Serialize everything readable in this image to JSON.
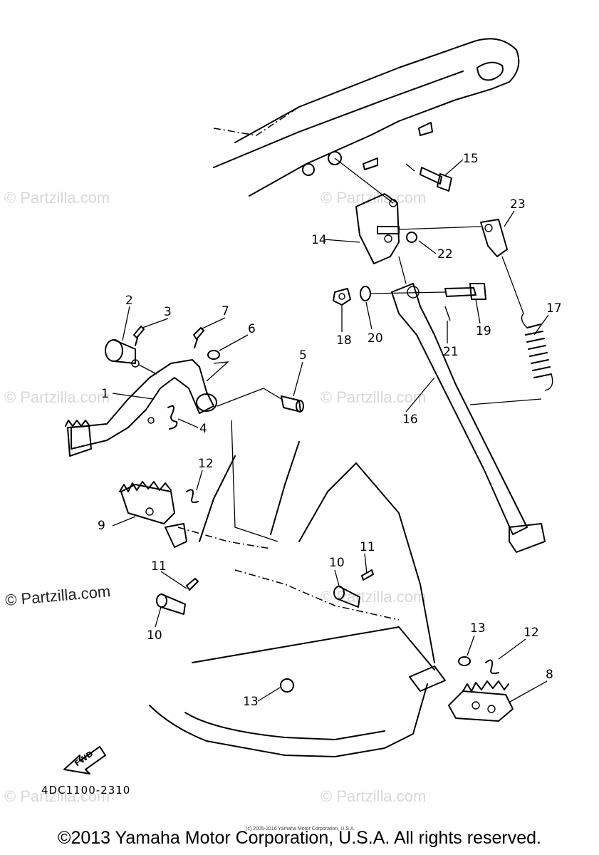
{
  "callouts": [
    "1",
    "2",
    "3",
    "4",
    "5",
    "6",
    "7",
    "8",
    "9",
    "10",
    "10",
    "11",
    "11",
    "12",
    "12",
    "13",
    "13",
    "14",
    "15",
    "16",
    "17",
    "18",
    "19",
    "20",
    "21",
    "22",
    "23"
  ],
  "watermark": "© Partzilla.com",
  "fwd_label": "FWD",
  "diagram_code": "4DC1100-2310",
  "tiny_copyright": "(c) 2005-2016 Yamaha Motor Corporation, U.S.A.",
  "copyright": "©2013 Yamaha Motor Corporation, U.S.A. All rights reserved."
}
